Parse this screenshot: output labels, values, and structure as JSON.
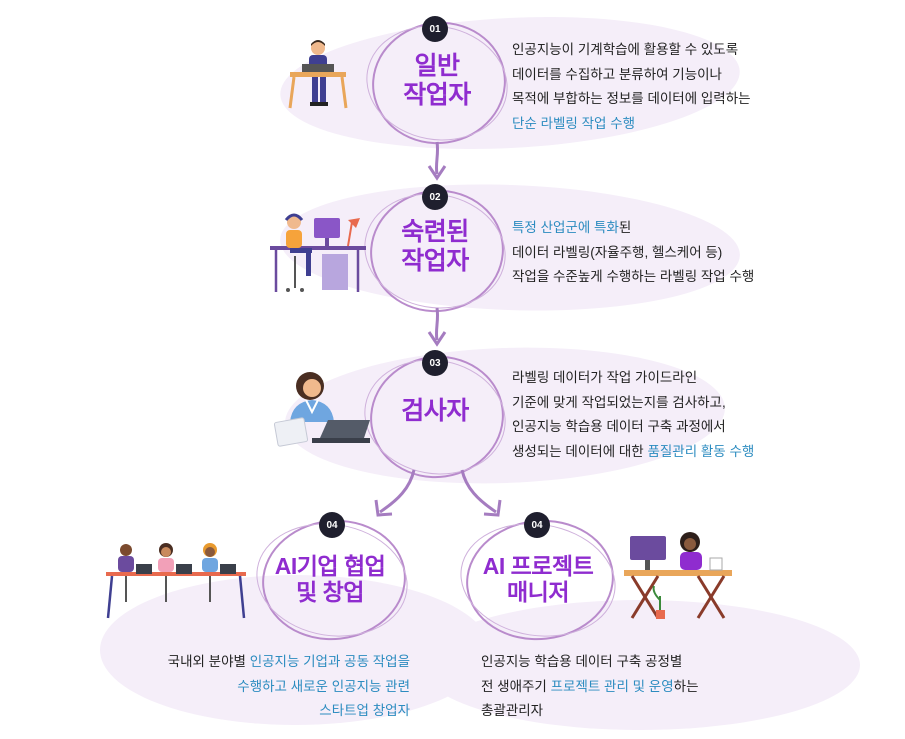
{
  "steps": [
    {
      "badge": "01",
      "title_line1": "일반",
      "title_line2": "작업자",
      "desc": [
        {
          "plain": "인공지능이 기계학습에 활용할 수 있도록"
        },
        {
          "plain": "데이터를 수집하고 분류하여 기능이나"
        },
        {
          "plain": "목적에 부합하는 정보를 데이터에 입력하는"
        },
        {
          "pre": "",
          "hl": "단순 라벨링 작업 수행",
          "post": ""
        }
      ]
    },
    {
      "badge": "02",
      "title_line1": "숙련된",
      "title_line2": "작업자",
      "desc": [
        {
          "pre": "",
          "hl": "특정 산업군에 특화",
          "post": "된"
        },
        {
          "plain": "데이터 라벨링(자율주행, 헬스케어 등)"
        },
        {
          "plain": "작업을 수준높게 수행하는 라벨링 작업 수행"
        }
      ]
    },
    {
      "badge": "03",
      "title_line1": "검사자",
      "desc": [
        {
          "plain": "라벨링 데이터가 작업 가이드라인"
        },
        {
          "plain": "기준에 맞게 작업되었는지를 검사하고,"
        },
        {
          "plain": "인공지능 학습용 데이터 구축 과정에서"
        },
        {
          "pre": "생성되는 데이터에 대한 ",
          "hl": "품질관리 활동 수행",
          "post": ""
        }
      ]
    },
    {
      "badge": "04",
      "title_line1": "AI기업 협업",
      "title_line2": "및 창업",
      "desc": [
        {
          "pre": "국내외 분야별 ",
          "hl": "인공지능 기업과 공동 작업을",
          "post": ""
        },
        {
          "pre": "",
          "hl": "수행하고 새로운 인공지능 관련",
          "post": ""
        },
        {
          "pre": "",
          "hl": "스타트업 창업자",
          "post": ""
        }
      ]
    },
    {
      "badge": "04",
      "title_line1": "AI 프로젝트",
      "title_line2": "매니저",
      "desc": [
        {
          "plain": "인공지능 학습용 데이터 구축 공정별"
        },
        {
          "pre": "전 생애주기 ",
          "hl": "프로젝트 관리 및 운영",
          "post": "하는"
        },
        {
          "plain": "총괄관리자"
        }
      ]
    }
  ],
  "colors": {
    "title": "#8f2ccf",
    "highlight": "#2c8cc0",
    "ring": "#b98bcc",
    "wash": "#f5eef9",
    "arrow": "#a57cc0",
    "badge": "#1f1f2e"
  },
  "icons": [
    "man-at-desk-illustration",
    "woman-at-computer-illustration",
    "inspector-at-laptop-illustration",
    "team-collaboration-illustration",
    "manager-at-desk-illustration",
    "arrow-down-icon"
  ]
}
